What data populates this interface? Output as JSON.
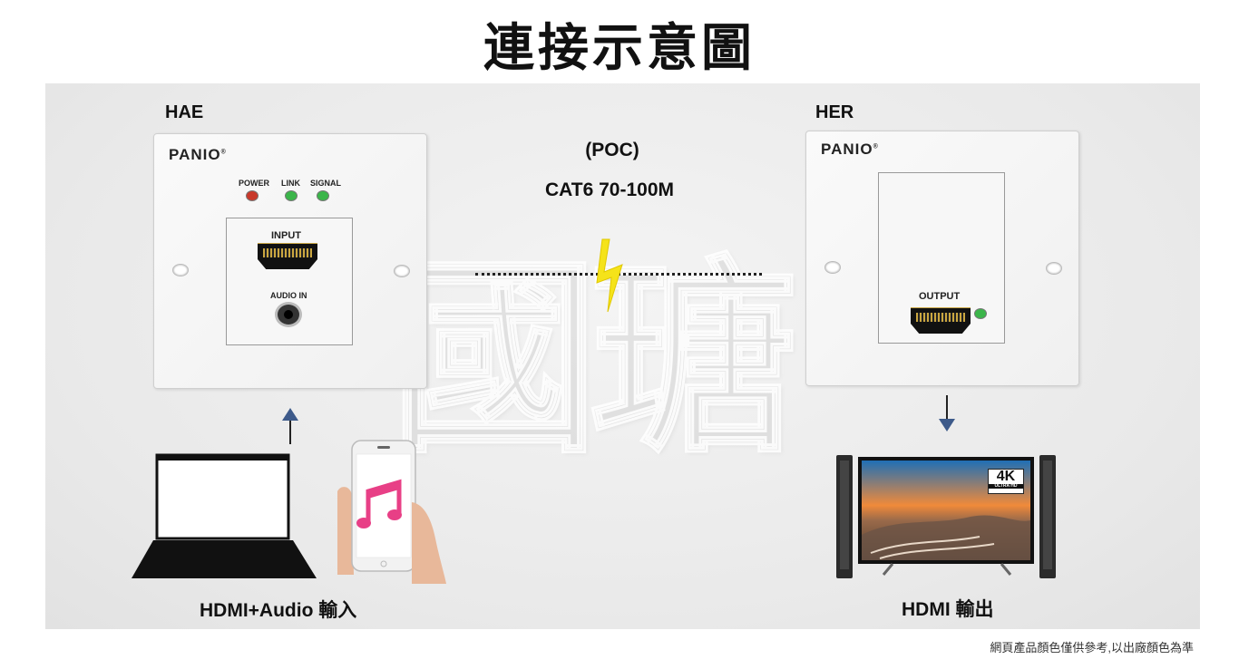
{
  "title": "連接示意圖",
  "watermark": "國瑭",
  "left_device": {
    "label": "HAE",
    "brand": "PANIO",
    "leds": [
      "POWER",
      "LINK",
      "SIGNAL"
    ],
    "port_input": "INPUT",
    "port_audio": "AUDIO IN"
  },
  "right_device": {
    "label": "HER",
    "brand": "PANIO",
    "port_output": "OUTPUT"
  },
  "link": {
    "poc": "(POC)",
    "cable": "CAT6 70-100M"
  },
  "tv_badge": {
    "main": "4K",
    "sub": "ULTRA HD"
  },
  "captions": {
    "input": "HDMI+Audio 輸入",
    "output": "HDMI 輸出"
  },
  "footnote": "網頁產品顏色僅供參考,以出廠顏色為準",
  "colors": {
    "led_power": "#c8392b",
    "led_green": "#3bb54a",
    "arrow": "#3d5a8a",
    "music": "#e83f86",
    "lightning": "#f5e31a"
  }
}
